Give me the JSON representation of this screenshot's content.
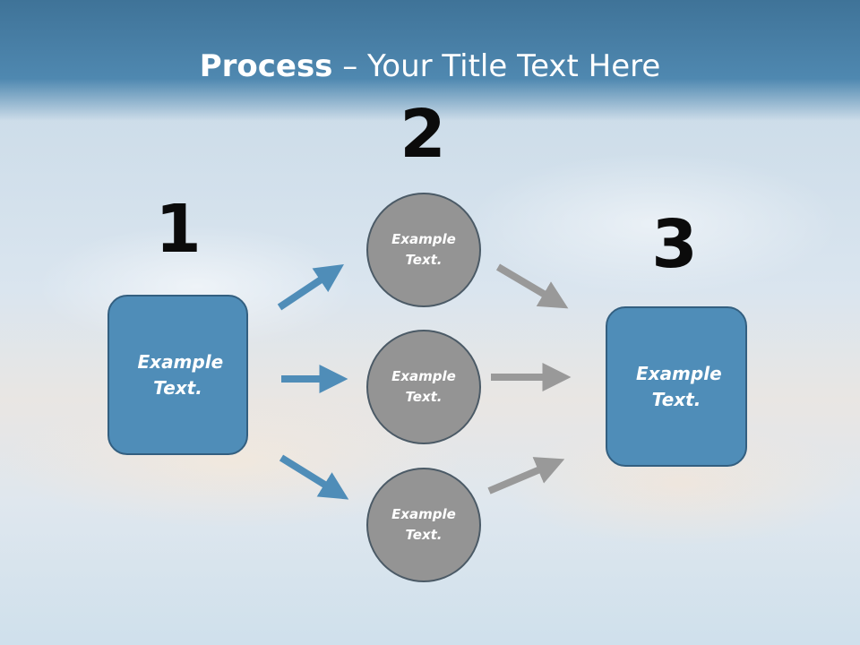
{
  "slide": {
    "title_bold": "Process",
    "title_rest": " – Your Title Text Here"
  },
  "steps": {
    "step1_number": "1",
    "step2_number": "2",
    "step3_number": "3"
  },
  "shapes": {
    "box_left": "Example Text.",
    "circle_top": "Example Text.",
    "circle_middle": "Example Text.",
    "circle_bottom": "Example Text.",
    "box_right": "Example Text."
  },
  "colors": {
    "header": "#4a82aa",
    "box_fill": "#4f8db8",
    "box_border": "#335f80",
    "circle_fill": "#949494",
    "circle_border": "#4b5a66",
    "arrow_blue": "#4f8db8",
    "arrow_gray": "#999999"
  }
}
